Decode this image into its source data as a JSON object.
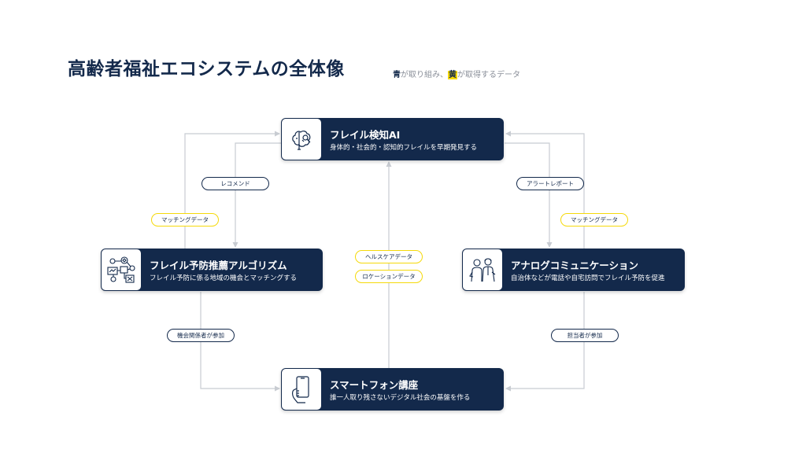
{
  "title": "高齢者福祉エコシステムの全体像",
  "legend": {
    "blue_char": "青",
    "text1": "が取り組み、",
    "yellow_char": "黄",
    "text2": "が取得するデータ"
  },
  "colors": {
    "navy": "#13294b",
    "yellow": "#f5d90a",
    "line": "#c8ccd2"
  },
  "nodes": {
    "frail_ai": {
      "title": "フレイル検知AI",
      "subtitle": "身体的・社会的・認知的フレイルを早期発見する",
      "icon": "brain-analysis-icon"
    },
    "algorithm": {
      "title": "フレイル予防推薦アルゴリズム",
      "subtitle": "フレイル予防に係る地域の機会とマッチングする",
      "icon": "network-diagram-icon"
    },
    "analog": {
      "title": "アナログコミュニケーション",
      "subtitle": "自治体などが電話や自宅訪問でフレイル予防を促進",
      "icon": "people-talking-icon"
    },
    "smartphone": {
      "title": "スマートフォン講座",
      "subtitle": "誰一人取り残さないデジタル社会の基盤を作る",
      "icon": "smartphone-hand-icon"
    }
  },
  "labels": {
    "recommend": "レコメンド",
    "alert_report": "アラートレポート",
    "matching_left": "マッチングデータ",
    "matching_right": "マッチングデータ",
    "healthcare": "ヘルスケアデータ",
    "location": "ロケーションデータ",
    "opportunity": "機会関係者が参加",
    "staff": "担当者が参加"
  }
}
